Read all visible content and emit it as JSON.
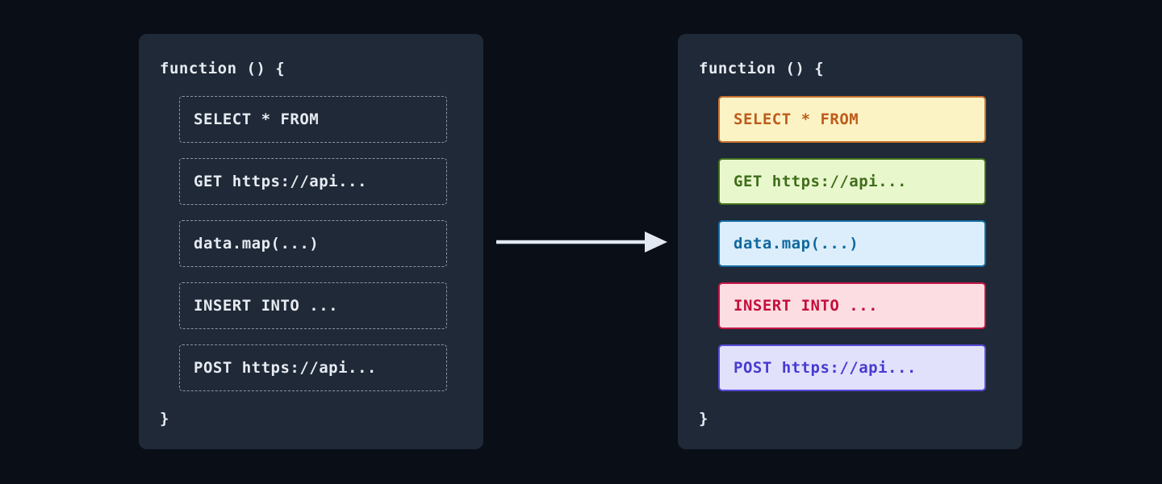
{
  "page": {
    "background": "#0a0e17"
  },
  "arrow": {
    "color": "#e3e9f2",
    "direction": "right"
  },
  "left_panel": {
    "header": "function () {",
    "footer": "}",
    "colors": {
      "background": "#1f2937",
      "text": "#e7ebf1",
      "dashed_border": "#8d95a5"
    },
    "items": [
      {
        "label": "SELECT * FROM"
      },
      {
        "label": "GET https://api..."
      },
      {
        "label": "data.map(...)"
      },
      {
        "label": "INSERT INTO ..."
      },
      {
        "label": "POST https://api..."
      }
    ]
  },
  "right_panel": {
    "header": "function () {",
    "footer": "}",
    "colors": {
      "background": "#1f2937",
      "text": "#e7ebf1"
    },
    "items": [
      {
        "label": "SELECT * FROM",
        "bg": "#fcf3c5",
        "border": "#c8702e",
        "text": "#bd5c1b"
      },
      {
        "label": "GET https://api...",
        "bg": "#e9f7cd",
        "border": "#41701d",
        "text": "#3f6e1a"
      },
      {
        "label": "data.map(...)",
        "bg": "#dceefb",
        "border": "#156ba3",
        "text": "#10689e"
      },
      {
        "label": "INSERT INTO ...",
        "bg": "#fcdee2",
        "border": "#c11544",
        "text": "#c50f3c"
      },
      {
        "label": "POST https://api...",
        "bg": "#e2e1fc",
        "border": "#564bd4",
        "text": "#473bd0"
      }
    ]
  }
}
